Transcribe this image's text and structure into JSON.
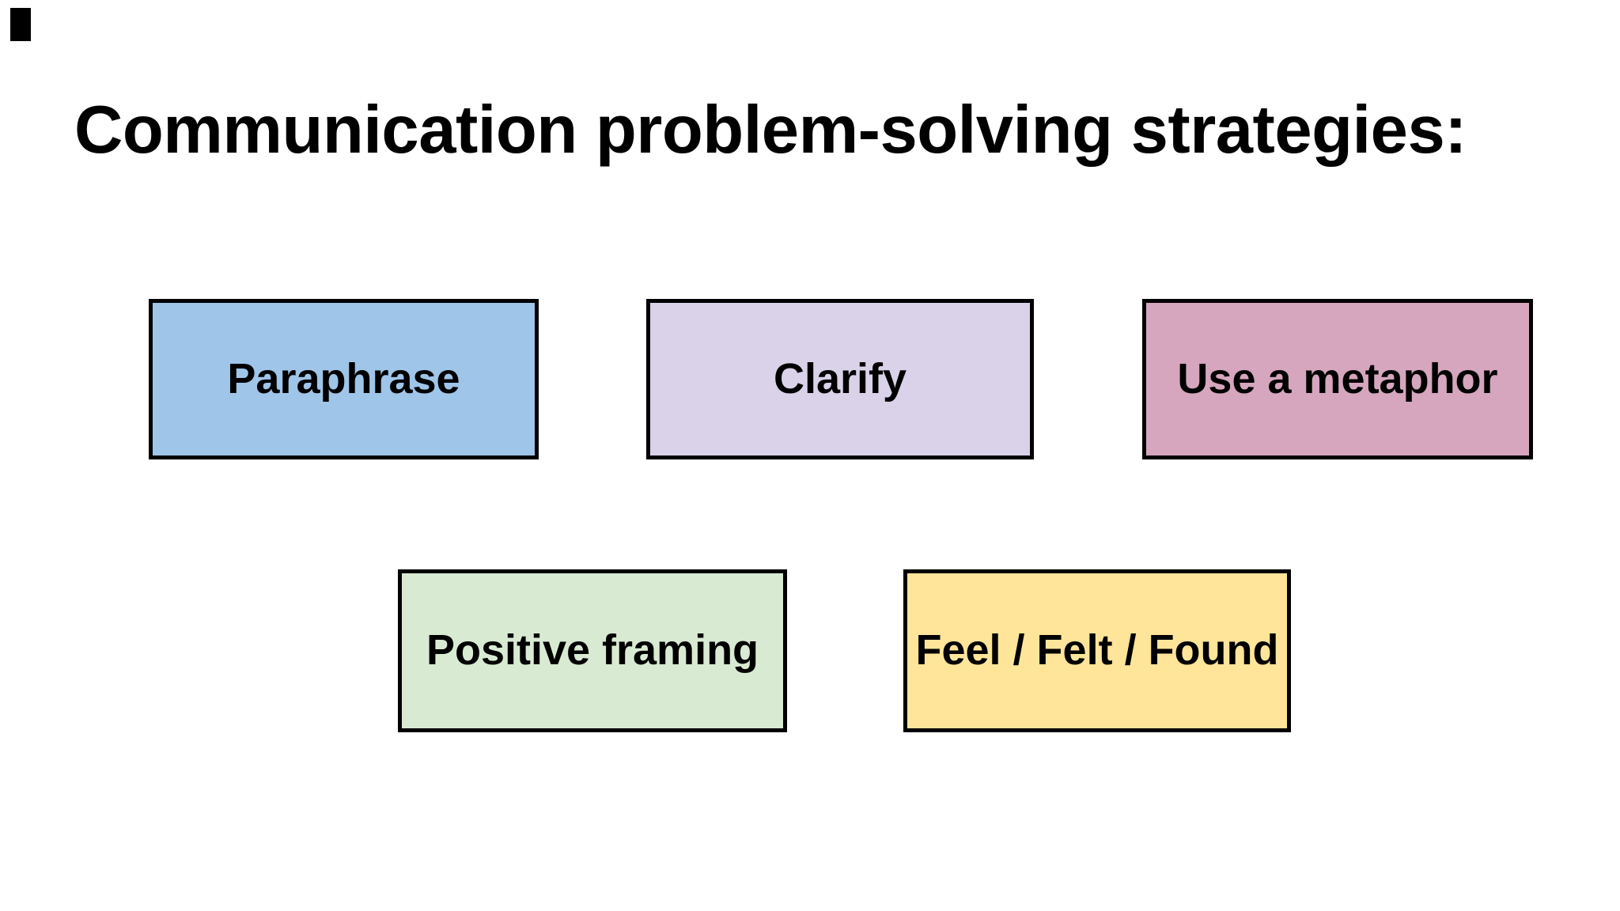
{
  "slide": {
    "title": "Communication problem-solving strategies:",
    "background_color": "#ffffff",
    "outline_color": "#000000",
    "text_color": "#000000",
    "boxes": [
      {
        "label": "Paraphrase",
        "color": "#9fc5e8"
      },
      {
        "label": "Clarify",
        "color": "#d9d2e9"
      },
      {
        "label": "Use a metaphor",
        "color": "#d5a6bd"
      },
      {
        "label": "Positive framing",
        "color": "#d9ead3"
      },
      {
        "label": "Feel / Felt / Found",
        "color": "#ffe599"
      }
    ]
  }
}
